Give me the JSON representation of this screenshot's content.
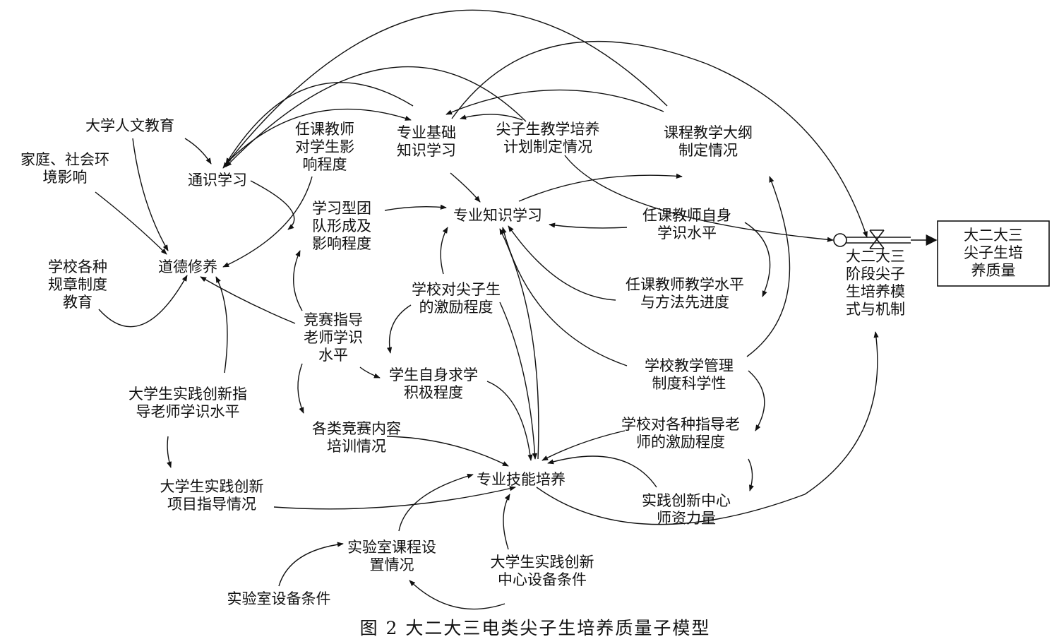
{
  "caption": "图 2  大二大三电类尖子生培养质量子模型",
  "nodes": {
    "humanities_edu": [
      "大学人文教育"
    ],
    "family_society": [
      "家庭、社会环",
      "境影响"
    ],
    "general_study": [
      "通识学习"
    ],
    "moral": [
      "道德修养"
    ],
    "school_rules": [
      "学校各种",
      "规章制度",
      "教育"
    ],
    "teacher_influence": [
      "任课教师",
      "对学生影",
      "响程度"
    ],
    "basic_knowledge": [
      "专业基础",
      "知识学习"
    ],
    "elite_plan": [
      "尖子生教学培养",
      "计划制定情况"
    ],
    "syllabus": [
      "课程教学大纲",
      "制定情况"
    ],
    "learning_team": [
      "学习型团",
      "队形成及",
      "影响程度"
    ],
    "prof_knowledge": [
      "专业知识学习"
    ],
    "teacher_level": [
      "任课教师自身",
      "学识水平"
    ],
    "teaching_method": [
      "任课教师教学水平",
      "与方法先进度"
    ],
    "school_incentive": [
      "学校对尖子生",
      "的激励程度"
    ],
    "contest_teacher": [
      "竞赛指导",
      "老师学识",
      "水平"
    ],
    "self_motivation": [
      "学生自身求学",
      "积极程度"
    ],
    "management": [
      "学校教学管理",
      "制度科学性"
    ],
    "practice_teacher": [
      "大学生实践创新指",
      "导老师学识水平"
    ],
    "contest_training": [
      "各类竞赛内容",
      "培训情况"
    ],
    "mentor_incentive": [
      "学校对各种指导老",
      "师的激励程度"
    ],
    "practice_project": [
      "大学生实践创新",
      "项目指导情况"
    ],
    "skill": [
      "专业技能培养"
    ],
    "center_teachers": [
      "实践创新中心",
      "师资力量"
    ],
    "lab_course": [
      "实验室课程设",
      "置情况"
    ],
    "center_equipment": [
      "大学生实践创新",
      "中心设备条件"
    ],
    "lab_equipment": [
      "实验室设备条件"
    ],
    "mode_mechanism": [
      "大二大三",
      "阶段尖子",
      "生培养模",
      "式与机制"
    ],
    "quality_stock": [
      "大二大三",
      "尖子生培",
      "养质量"
    ]
  }
}
